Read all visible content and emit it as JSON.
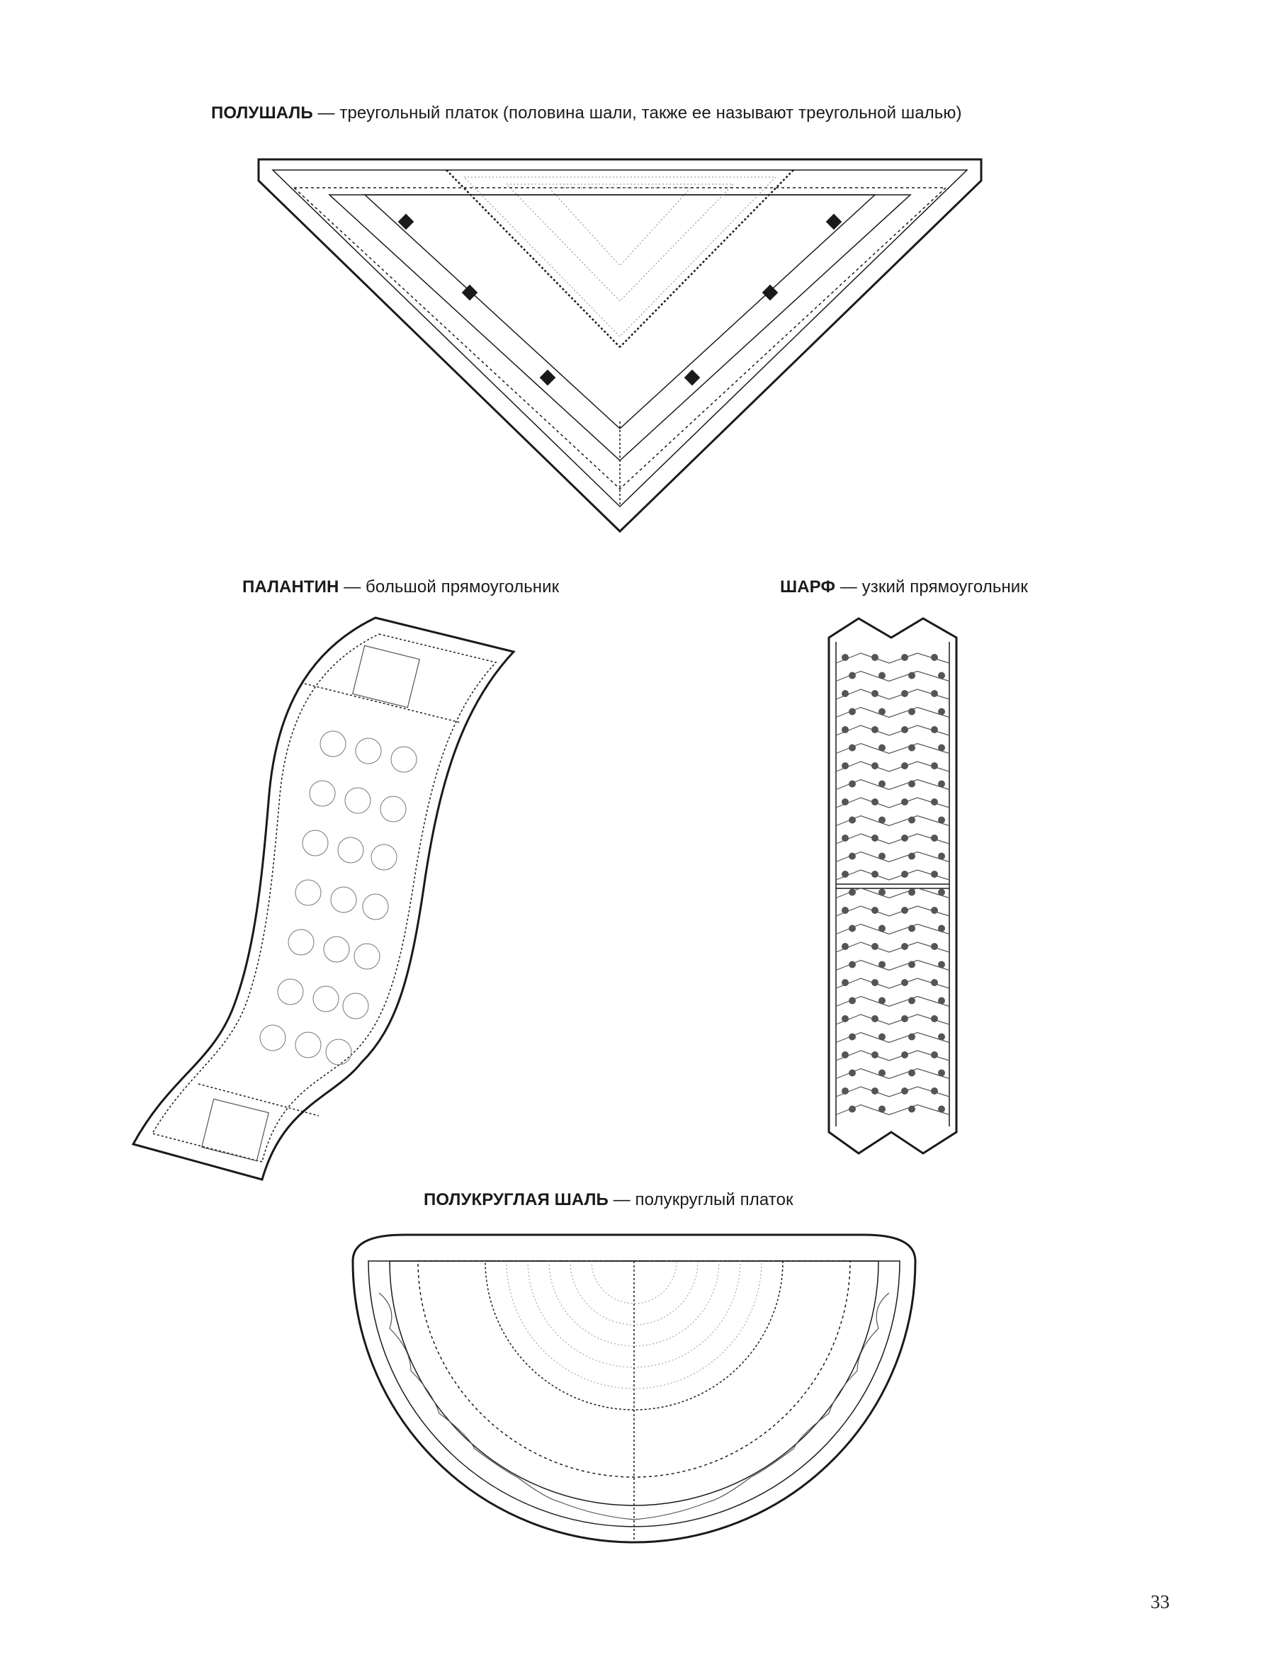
{
  "captions": {
    "half_shawl": {
      "term": "ПОЛУШАЛЬ",
      "desc": " — треугольный платок (половина шали, также ее называют треугольной шалью)"
    },
    "stole": {
      "term": "ПАЛАНТИН",
      "desc": " — большой прямоугольник"
    },
    "scarf": {
      "term": "ШАРФ",
      "desc": " — узкий прямоугольник"
    },
    "semicircle": {
      "term": "ПОЛУКРУГЛАЯ ШАЛЬ",
      "desc": " — полукруглый платок"
    }
  },
  "page_number": "33",
  "colors": {
    "ink": "#1a1a1a",
    "dot": "#555555",
    "paper": "#ffffff"
  }
}
